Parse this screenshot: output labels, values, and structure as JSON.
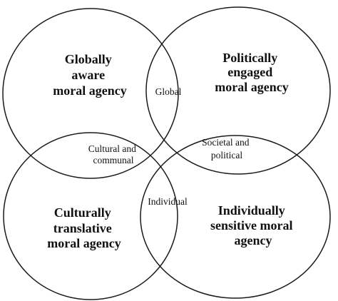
{
  "quadrants": {
    "top_left": [
      "Globally",
      "aware",
      "moral agency"
    ],
    "top_right": [
      "Politically",
      "engaged",
      "moral agency"
    ],
    "bottom_left": [
      "Culturally",
      "translative",
      "moral agency"
    ],
    "bottom_right": [
      "Individually",
      "sensitive moral",
      "agency"
    ]
  },
  "overlaps": {
    "top": [
      "Global"
    ],
    "left": [
      "Cultural and",
      "communal"
    ],
    "right": [
      "Societal and",
      "political"
    ],
    "bottom": [
      "Individual"
    ]
  },
  "colors": {
    "stroke": "#1a1a1a",
    "text": "#111111",
    "background": "#ffffff"
  }
}
